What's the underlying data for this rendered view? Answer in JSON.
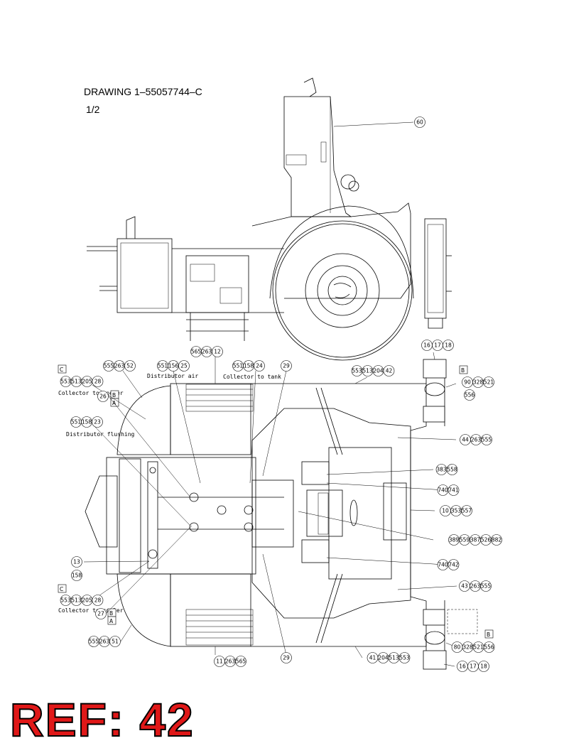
{
  "title": "DRAWING 1–55057744–C",
  "sheet": "1/2",
  "ref_label": "REF: 42",
  "colors": {
    "ref_fill": "#e01818",
    "ref_stroke": "#000000",
    "line": "#000000"
  },
  "callouts": [
    {
      "id": "c60",
      "parts": [
        "60"
      ]
    },
    {
      "id": "c565-263-12",
      "parts": [
        "565",
        "263",
        "12"
      ]
    },
    {
      "id": "c555-263-52",
      "parts": [
        "555",
        "263",
        "52"
      ]
    },
    {
      "id": "c551-156-25",
      "parts": [
        "551",
        "156",
        "25"
      ]
    },
    {
      "id": "c551-158-24",
      "parts": [
        "551",
        "158",
        "24"
      ]
    },
    {
      "id": "c29-top",
      "parts": [
        "29"
      ]
    },
    {
      "id": "c553-513-204-42",
      "parts": [
        "553",
        "513",
        "204",
        "42"
      ]
    },
    {
      "id": "c16-17-18-top",
      "parts": [
        "16",
        "17",
        "18"
      ]
    },
    {
      "id": "c90-328-521",
      "parts": [
        "90",
        "328",
        "521"
      ]
    },
    {
      "id": "c556-top",
      "parts": [
        "556"
      ]
    },
    {
      "id": "c553-513-205-28-top",
      "parts": [
        "553",
        "513",
        "205",
        "28"
      ]
    },
    {
      "id": "c26",
      "parts": [
        "26"
      ]
    },
    {
      "id": "c551-158-23",
      "parts": [
        "551",
        "158",
        "23"
      ]
    },
    {
      "id": "c44-263-555",
      "parts": [
        "44",
        "263",
        "555"
      ]
    },
    {
      "id": "c383-558",
      "parts": [
        "383",
        "558"
      ]
    },
    {
      "id": "c740-741",
      "parts": [
        "740",
        "741"
      ]
    },
    {
      "id": "c10-353-557",
      "parts": [
        "10",
        "353",
        "557"
      ]
    },
    {
      "id": "c389-559-387-526-882",
      "parts": [
        "389",
        "559",
        "387",
        "526",
        "882"
      ]
    },
    {
      "id": "c13",
      "parts": [
        "13"
      ]
    },
    {
      "id": "c158",
      "parts": [
        "158"
      ]
    },
    {
      "id": "c740-742",
      "parts": [
        "740",
        "742"
      ]
    },
    {
      "id": "c43-263-555",
      "parts": [
        "43",
        "263",
        "555"
      ]
    },
    {
      "id": "c553-513-205-28-bottom",
      "parts": [
        "553",
        "513",
        "205",
        "28"
      ]
    },
    {
      "id": "c27",
      "parts": [
        "27"
      ]
    },
    {
      "id": "c555-263-51",
      "parts": [
        "555",
        "263",
        "51"
      ]
    },
    {
      "id": "c11-263-565",
      "parts": [
        "11",
        "263",
        "565"
      ]
    },
    {
      "id": "c29-bottom",
      "parts": [
        "29"
      ]
    },
    {
      "id": "c41-204-513-553",
      "parts": [
        "41",
        "204",
        "513",
        "553"
      ]
    },
    {
      "id": "c80-328-521-556",
      "parts": [
        "80",
        "328",
        "521",
        "556"
      ]
    },
    {
      "id": "c16-17-18-bottom",
      "parts": [
        "16",
        "17",
        "18"
      ]
    }
  ],
  "notes": {
    "collector_cooler": "Collector to cooler",
    "distributor_air": "Distributor air",
    "collector_tank": "Collector to tank",
    "distributor_flushing": "Distributor flushing"
  },
  "boxed_letters": [
    "C",
    "B",
    "A",
    "B",
    "C",
    "B",
    "A",
    "B"
  ]
}
